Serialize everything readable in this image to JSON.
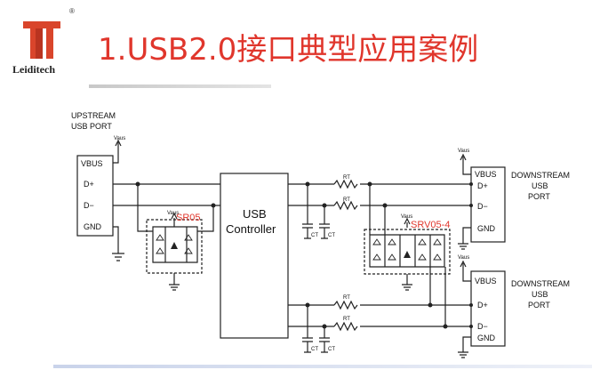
{
  "header": {
    "title": "1.USB2.0接口典型应用案例",
    "brand": "Leiditech",
    "brand_mark": "®"
  },
  "diagram": {
    "upstream_label_1": "UPSTREAM",
    "upstream_label_2": "USB PORT",
    "vbus": "VBUS",
    "vbus_small": "Vaus",
    "d_plus": "D+",
    "d_minus": "D−",
    "gnd": "GND",
    "controller_1": "USB",
    "controller_2": "Controller",
    "sr05": "SR05",
    "srv05": "SRV05-4",
    "downstream_1": "DOWNSTREAM",
    "downstream_2": "USB",
    "downstream_3": "PORT",
    "rt": "RT",
    "ct": "CT"
  },
  "colors": {
    "title": "#e0362c",
    "logo": "#d9452b",
    "wire": "#222222"
  }
}
